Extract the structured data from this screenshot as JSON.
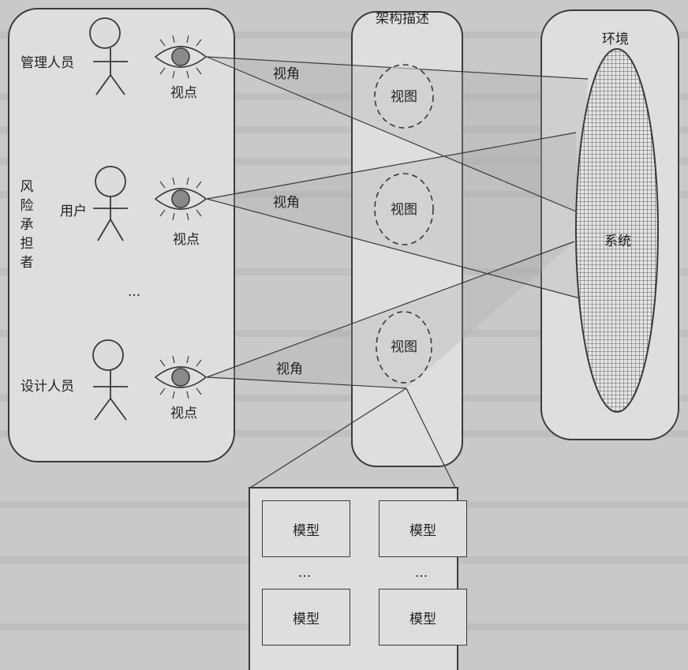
{
  "stakeholders": {
    "group_label": "风险承担者",
    "actors": [
      {
        "label": "管理人员"
      },
      {
        "label": "用户"
      },
      {
        "label": "设计人员"
      }
    ],
    "ellipsis": "...",
    "viewpoint_label": "视点",
    "viewpoint_angle_label": "视角"
  },
  "architecture": {
    "title": "架构描述",
    "views": [
      "视图",
      "视图",
      "视图"
    ]
  },
  "environment": {
    "title": "环境",
    "system_label": "系统"
  },
  "models": {
    "labels": [
      "模型",
      "模型",
      "模型",
      "模型"
    ],
    "ellipsis": [
      "...",
      "..."
    ]
  }
}
